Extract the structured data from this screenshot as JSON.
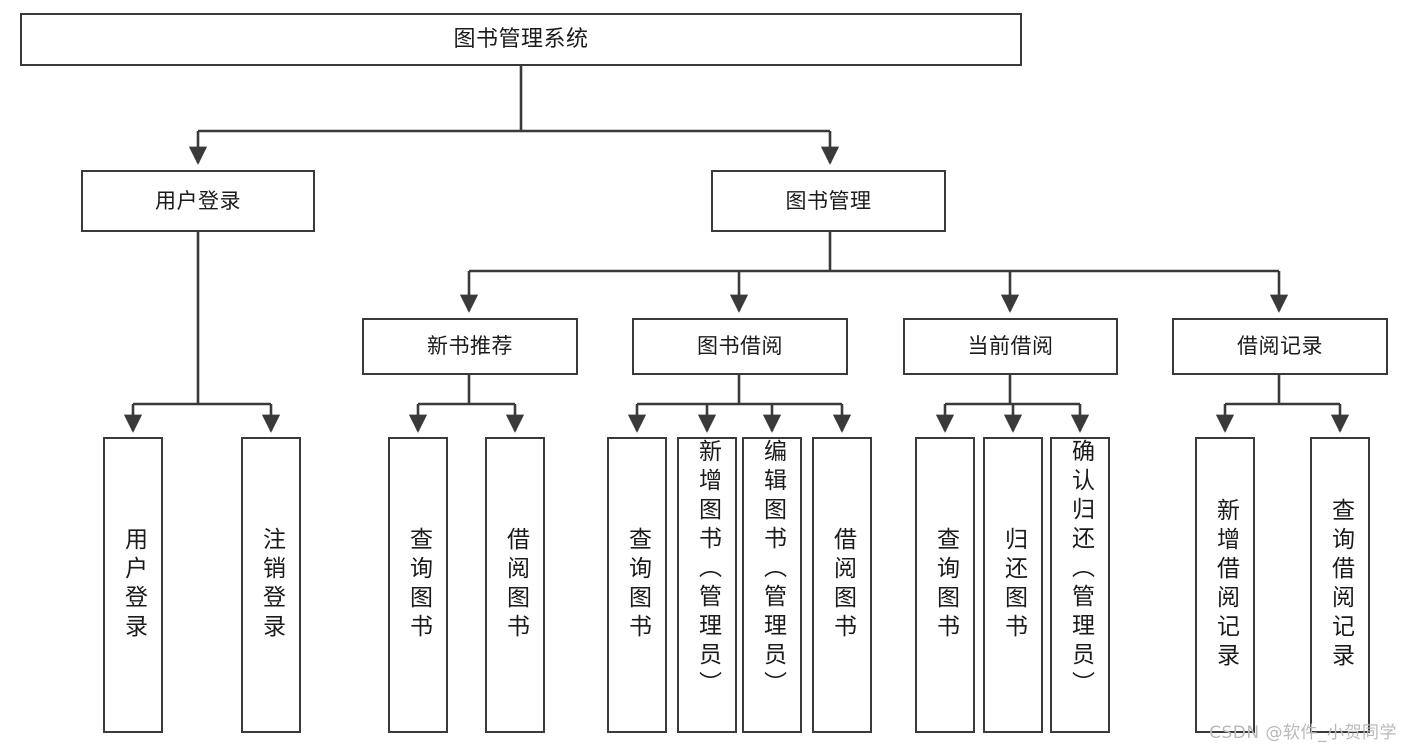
{
  "diagram": {
    "type": "tree",
    "title": "图书管理系统",
    "colors": {
      "box_border": "#3a3a3a",
      "box_fill": "#ffffff",
      "link": "#3a3a3a",
      "text": "#1b1b1b",
      "watermark": "#b9b9b9"
    },
    "root": {
      "label": "图书管理系统"
    },
    "level2": [
      {
        "label": "用户登录"
      },
      {
        "label": "图书管理"
      }
    ],
    "level3": [
      {
        "label": "新书推荐"
      },
      {
        "label": "图书借阅"
      },
      {
        "label": "当前借阅"
      },
      {
        "label": "借阅记录"
      }
    ],
    "leaves": {
      "user_login": [
        {
          "label": "用户登录"
        },
        {
          "label": "注销登录"
        }
      ],
      "new_book": [
        {
          "label": "查询图书"
        },
        {
          "label": "借阅图书"
        }
      ],
      "borrow_book": [
        {
          "label": "查询图书"
        },
        {
          "label": "新增图书（管理员）"
        },
        {
          "label": "编辑图书（管理员）"
        },
        {
          "label": "借阅图书"
        }
      ],
      "current_borrow": [
        {
          "label": "查询图书"
        },
        {
          "label": "归还图书"
        },
        {
          "label": "确认归还（管理员）"
        }
      ],
      "borrow_record": [
        {
          "label": "新增借阅记录"
        },
        {
          "label": "查询借阅记录"
        }
      ]
    }
  },
  "watermark": {
    "text": "CSDN @软件_小贺同学"
  }
}
